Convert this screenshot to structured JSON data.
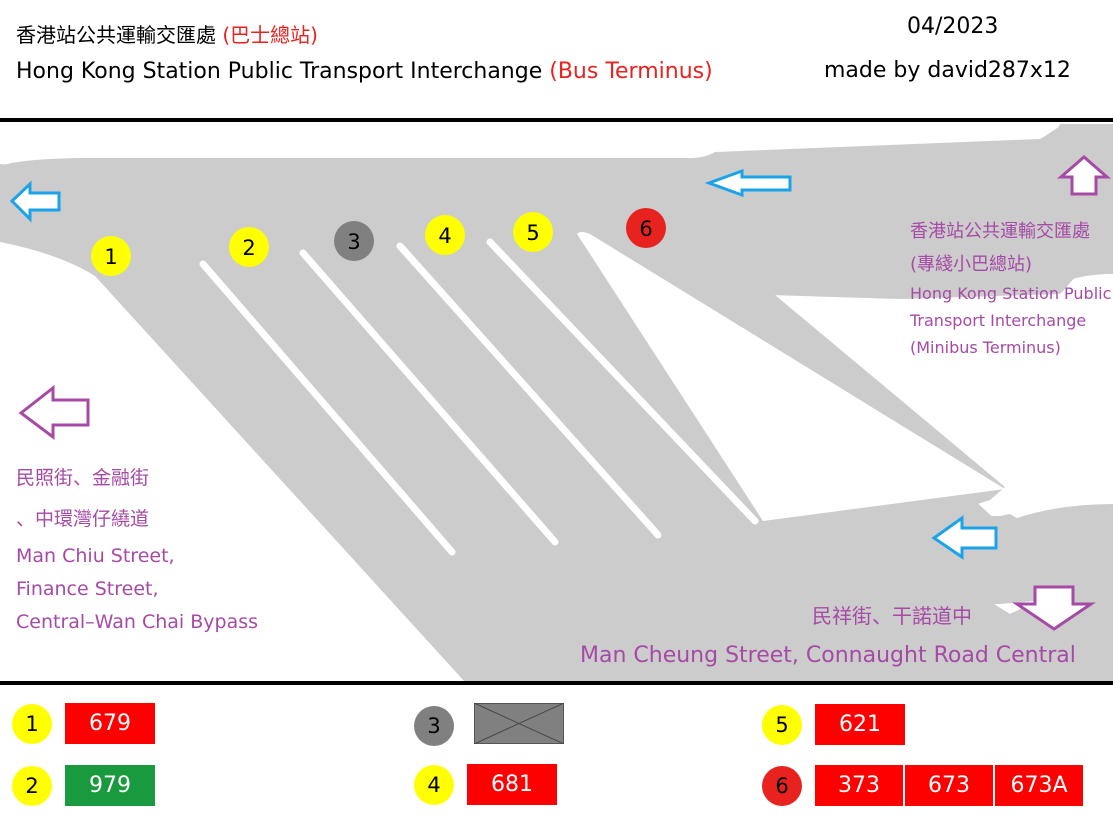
{
  "header": {
    "title_zh": "香港站公共運輸交匯處",
    "title_zh_suffix": "(巴士總站)",
    "title_en": "Hong Kong Station Public Transport Interchange",
    "title_en_suffix": "(Bus Terminus)",
    "date": "04/2023",
    "credit": "made by david287x12"
  },
  "colors": {
    "road": "#cccccc",
    "arrow_blue": "#1aa3e8",
    "arrow_purple": "#a64aa6",
    "stop_yellow": "#ffff00",
    "stop_grey": "#808080",
    "stop_red": "#e8231f",
    "route_red": "#ff0000",
    "route_green": "#1a9a3e"
  },
  "stops": [
    {
      "label": "1",
      "color": "yellow"
    },
    {
      "label": "2",
      "color": "yellow"
    },
    {
      "label": "3",
      "color": "grey"
    },
    {
      "label": "4",
      "color": "yellow"
    },
    {
      "label": "5",
      "color": "yellow"
    },
    {
      "label": "6",
      "color": "red"
    }
  ],
  "destinations": {
    "left": {
      "zh_line1": "民照街、金融街",
      "zh_line2": "、中環灣仔繞道",
      "en_line1": "Man Chiu Street,",
      "en_line2": "Finance Street,",
      "en_line3": "Central–Wan Chai Bypass"
    },
    "top_right": {
      "zh_line1": "香港站公共運輸交匯處",
      "zh_line2": "(專綫小巴總站)",
      "en_line1": "Hong Kong Station Public",
      "en_line2": "Transport Interchange",
      "en_line3": "(Minibus Terminus)"
    },
    "bottom_right": {
      "zh": "民祥街、干諾道中",
      "en": "Man Cheung Street, Connaught Road Central"
    }
  },
  "legend": [
    {
      "stop": "1",
      "stop_color": "yellow",
      "routes": [
        {
          "number": "679",
          "color": "red"
        }
      ]
    },
    {
      "stop": "2",
      "stop_color": "yellow",
      "routes": [
        {
          "number": "979",
          "color": "green"
        }
      ]
    },
    {
      "stop": "3",
      "stop_color": "grey",
      "routes": [],
      "closed": true
    },
    {
      "stop": "4",
      "stop_color": "yellow",
      "routes": [
        {
          "number": "681",
          "color": "red"
        }
      ]
    },
    {
      "stop": "5",
      "stop_color": "yellow",
      "routes": [
        {
          "number": "621",
          "color": "red"
        }
      ]
    },
    {
      "stop": "6",
      "stop_color": "red",
      "routes": [
        {
          "number": "373",
          "color": "red"
        },
        {
          "number": "673",
          "color": "red"
        },
        {
          "number": "673A",
          "color": "red"
        }
      ]
    }
  ]
}
